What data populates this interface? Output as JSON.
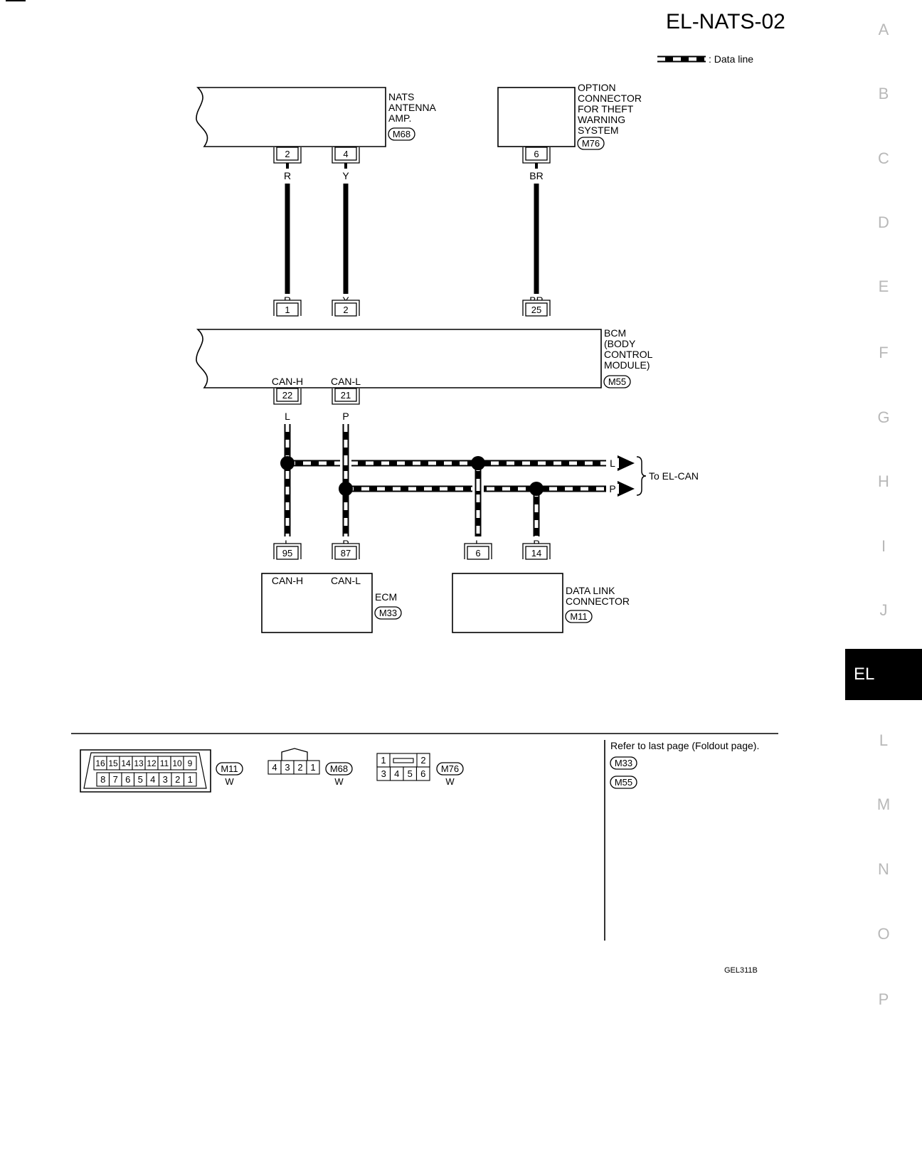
{
  "page": {
    "title": "EL-NATS-02",
    "figure_code": "GEL311B"
  },
  "legend": {
    "data_line": ": Data line"
  },
  "section_tabs": [
    "A",
    "B",
    "C",
    "D",
    "E",
    "F",
    "G",
    "H",
    "I",
    "J",
    "EL",
    "L",
    "M",
    "N",
    "O",
    "P"
  ],
  "active_tab": "EL",
  "components": {
    "nats": {
      "lines": [
        "NATS",
        "ANTENNA",
        "AMP."
      ],
      "connector": "M68"
    },
    "option": {
      "lines": [
        "OPTION",
        "CONNECTOR",
        "FOR THEFT",
        "WARNING",
        "SYSTEM"
      ],
      "connector": "M76"
    },
    "bcm": {
      "lines": [
        "BCM",
        "(BODY",
        " CONTROL",
        " MODULE)"
      ],
      "connector": "M55"
    },
    "ecm": {
      "lines": [
        "ECM"
      ],
      "connector": "M33"
    },
    "dlc": {
      "lines": [
        "DATA LINK",
        "CONNECTOR"
      ],
      "connector": "M11"
    }
  },
  "terminals": {
    "nats_a": "2",
    "nats_b": "4",
    "option": "6",
    "bcm_1": "1",
    "bcm_2": "2",
    "bcm_25": "25",
    "bcm_22": "22",
    "bcm_21": "21",
    "ecm_95": "95",
    "ecm_87": "87",
    "dlc_6": "6",
    "dlc_14": "14"
  },
  "terminal_names": {
    "can_h": "CAN-H",
    "can_l": "CAN-L"
  },
  "wire_colors": {
    "red": "R",
    "yellow": "Y",
    "brown": "BR",
    "blue": "L",
    "pink": "P"
  },
  "to_el_can": "To EL-CAN",
  "connector_views": {
    "m11": {
      "id": "M11",
      "color": "W",
      "top_row": [
        "16",
        "15",
        "14",
        "13",
        "12",
        "11",
        "10",
        "9"
      ],
      "bottom_row": [
        "8",
        "7",
        "6",
        "5",
        "4",
        "3",
        "2",
        "1"
      ]
    },
    "m68": {
      "id": "M68",
      "color": "W",
      "row": [
        "4",
        "3",
        "2",
        "1"
      ]
    },
    "m76": {
      "id": "M76",
      "color": "W",
      "top_row": [
        "1",
        "2"
      ],
      "bottom_row": [
        "3",
        "4",
        "5",
        "6"
      ]
    }
  },
  "foldout": {
    "text": "Refer to last page (Foldout page).",
    "connectors": [
      "M33",
      "M55"
    ]
  }
}
